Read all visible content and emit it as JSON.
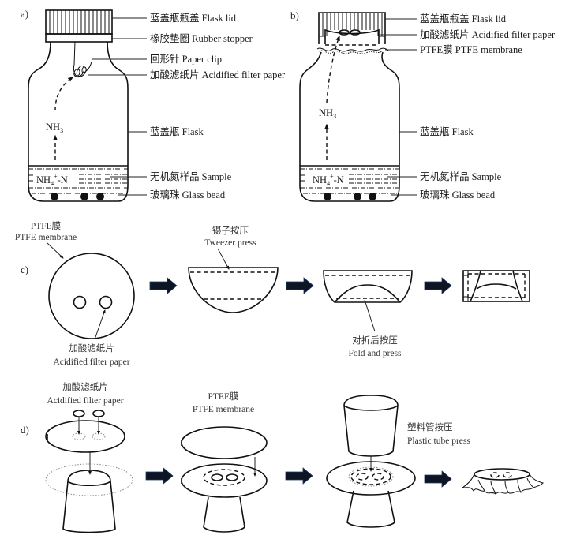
{
  "panels": {
    "a": {
      "label": "a)",
      "labels": {
        "flask_lid": "蓝盖瓶瓶盖 Flask lid",
        "rubber_stopper": "橡胶垫圈 Rubber stopper",
        "paper_clip": "回形针 Paper clip",
        "acidified_filter_paper": "加酸滤纸片 Acidified filter paper",
        "flask": "蓝盖瓶 Flask",
        "sample": "无机氮样品 Sample",
        "glass_bead": "玻璃珠 Glass bead"
      },
      "gas": "NH",
      "gas_sub": "3",
      "analyte": "NH",
      "analyte_sub": "4",
      "analyte_sup": "+",
      "analyte_suffix": "-N"
    },
    "b": {
      "label": "b)",
      "labels": {
        "flask_lid": "蓝盖瓶瓶盖 Flask lid",
        "acidified_filter_paper": "加酸滤纸片 Acidified filter paper",
        "ptfe_membrane": "PTFE膜 PTFE membrane",
        "flask": "蓝盖瓶 Flask",
        "sample": "无机氮样品 Sample",
        "glass_bead": "玻璃珠 Glass bead"
      },
      "gas": "NH",
      "gas_sub": "3",
      "analyte": "NH",
      "analyte_sub": "4",
      "analyte_sup": "+",
      "analyte_suffix": "-N"
    },
    "c": {
      "label": "c)",
      "ptfe_cn": "PTFE膜",
      "ptfe_en": "PTFE membrane",
      "filter_cn": "加酸滤纸片",
      "filter_en": "Acidified filter paper",
      "tweezer_cn": "镊子按压",
      "tweezer_en": "Tweezer press",
      "fold_cn": "对折后按压",
      "fold_en": "Fold and press"
    },
    "d": {
      "label": "d)",
      "filter_cn": "加酸滤纸片",
      "filter_en": "Acidified filter paper",
      "ptfe_cn": "PTEE膜",
      "ptfe_en": "PTFE membrane",
      "tube_cn": "塑料管按压",
      "tube_en": "Plastic tube press"
    }
  },
  "colors": {
    "line": "#111111",
    "process_arrow": "#0d1424",
    "process_arrow_edge": "#1d3a5f",
    "dotted_guide": "#888888"
  }
}
